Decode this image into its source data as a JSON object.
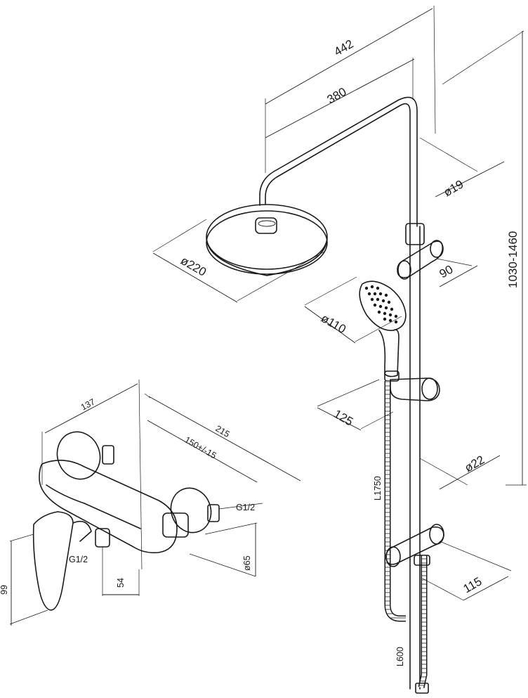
{
  "dimensions": {
    "total_reach": "442",
    "arm_reach": "380",
    "pipe_diameter": "ø19",
    "head_diameter": "ø220",
    "holder_offset": "90",
    "height_range": "1030-1460",
    "hand_diameter": "ø110",
    "slider_offset": "125",
    "rail_diameter": "ø22",
    "hose_length": "L1750",
    "bracket_offset": "115",
    "lower_hose": "L600",
    "mixer_depth": "137",
    "mixer_width": "215",
    "inlet_spacing": "150+/-15",
    "inlet_thread": "G1/2",
    "outlet_thread": "G1/2",
    "flange_diameter": "ø65",
    "outlet_offset": "54",
    "mixer_height": "99"
  },
  "colors": {
    "line": "#1a1a1a",
    "background": "#ffffff"
  }
}
